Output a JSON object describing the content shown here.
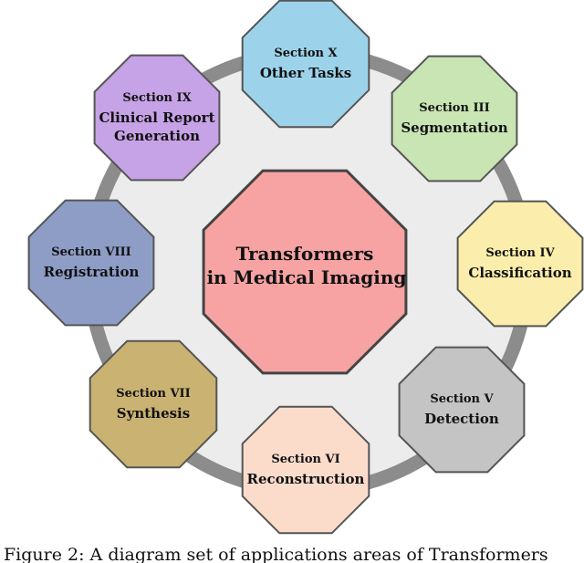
{
  "center": {
    "line1": "Transformers",
    "line2": "in Medical Imaging",
    "color": "#F7A3A3"
  },
  "sections": [
    {
      "id": "x",
      "title": "Section X",
      "subtitle": [
        "Other Tasks"
      ],
      "color": "#9DD3EA"
    },
    {
      "id": "iii",
      "title": "Section III",
      "subtitle": [
        "Segmentation"
      ],
      "color": "#C9E5B3"
    },
    {
      "id": "iv",
      "title": "Section IV",
      "subtitle": [
        "Classification"
      ],
      "color": "#FBEDAB"
    },
    {
      "id": "v",
      "title": "Section V",
      "subtitle": [
        "Detection"
      ],
      "color": "#C4C4C4"
    },
    {
      "id": "vi",
      "title": "Section VI",
      "subtitle": [
        "Reconstruction"
      ],
      "color": "#FBDCCB"
    },
    {
      "id": "vii",
      "title": "Section VII",
      "subtitle": [
        "Synthesis"
      ],
      "color": "#C9B272"
    },
    {
      "id": "viii",
      "title": "Section VIII",
      "subtitle": [
        "Registration"
      ],
      "color": "#8D9DC6"
    },
    {
      "id": "ix",
      "title": "Section IX",
      "subtitle": [
        "Clinical Report",
        "Generation"
      ],
      "color": "#C6A2E6"
    }
  ],
  "ring_color": "#8C8C8C",
  "ring_fill": "#ECECEC",
  "caption": "Figure 2: A diagram set of applications areas of Transformers"
}
